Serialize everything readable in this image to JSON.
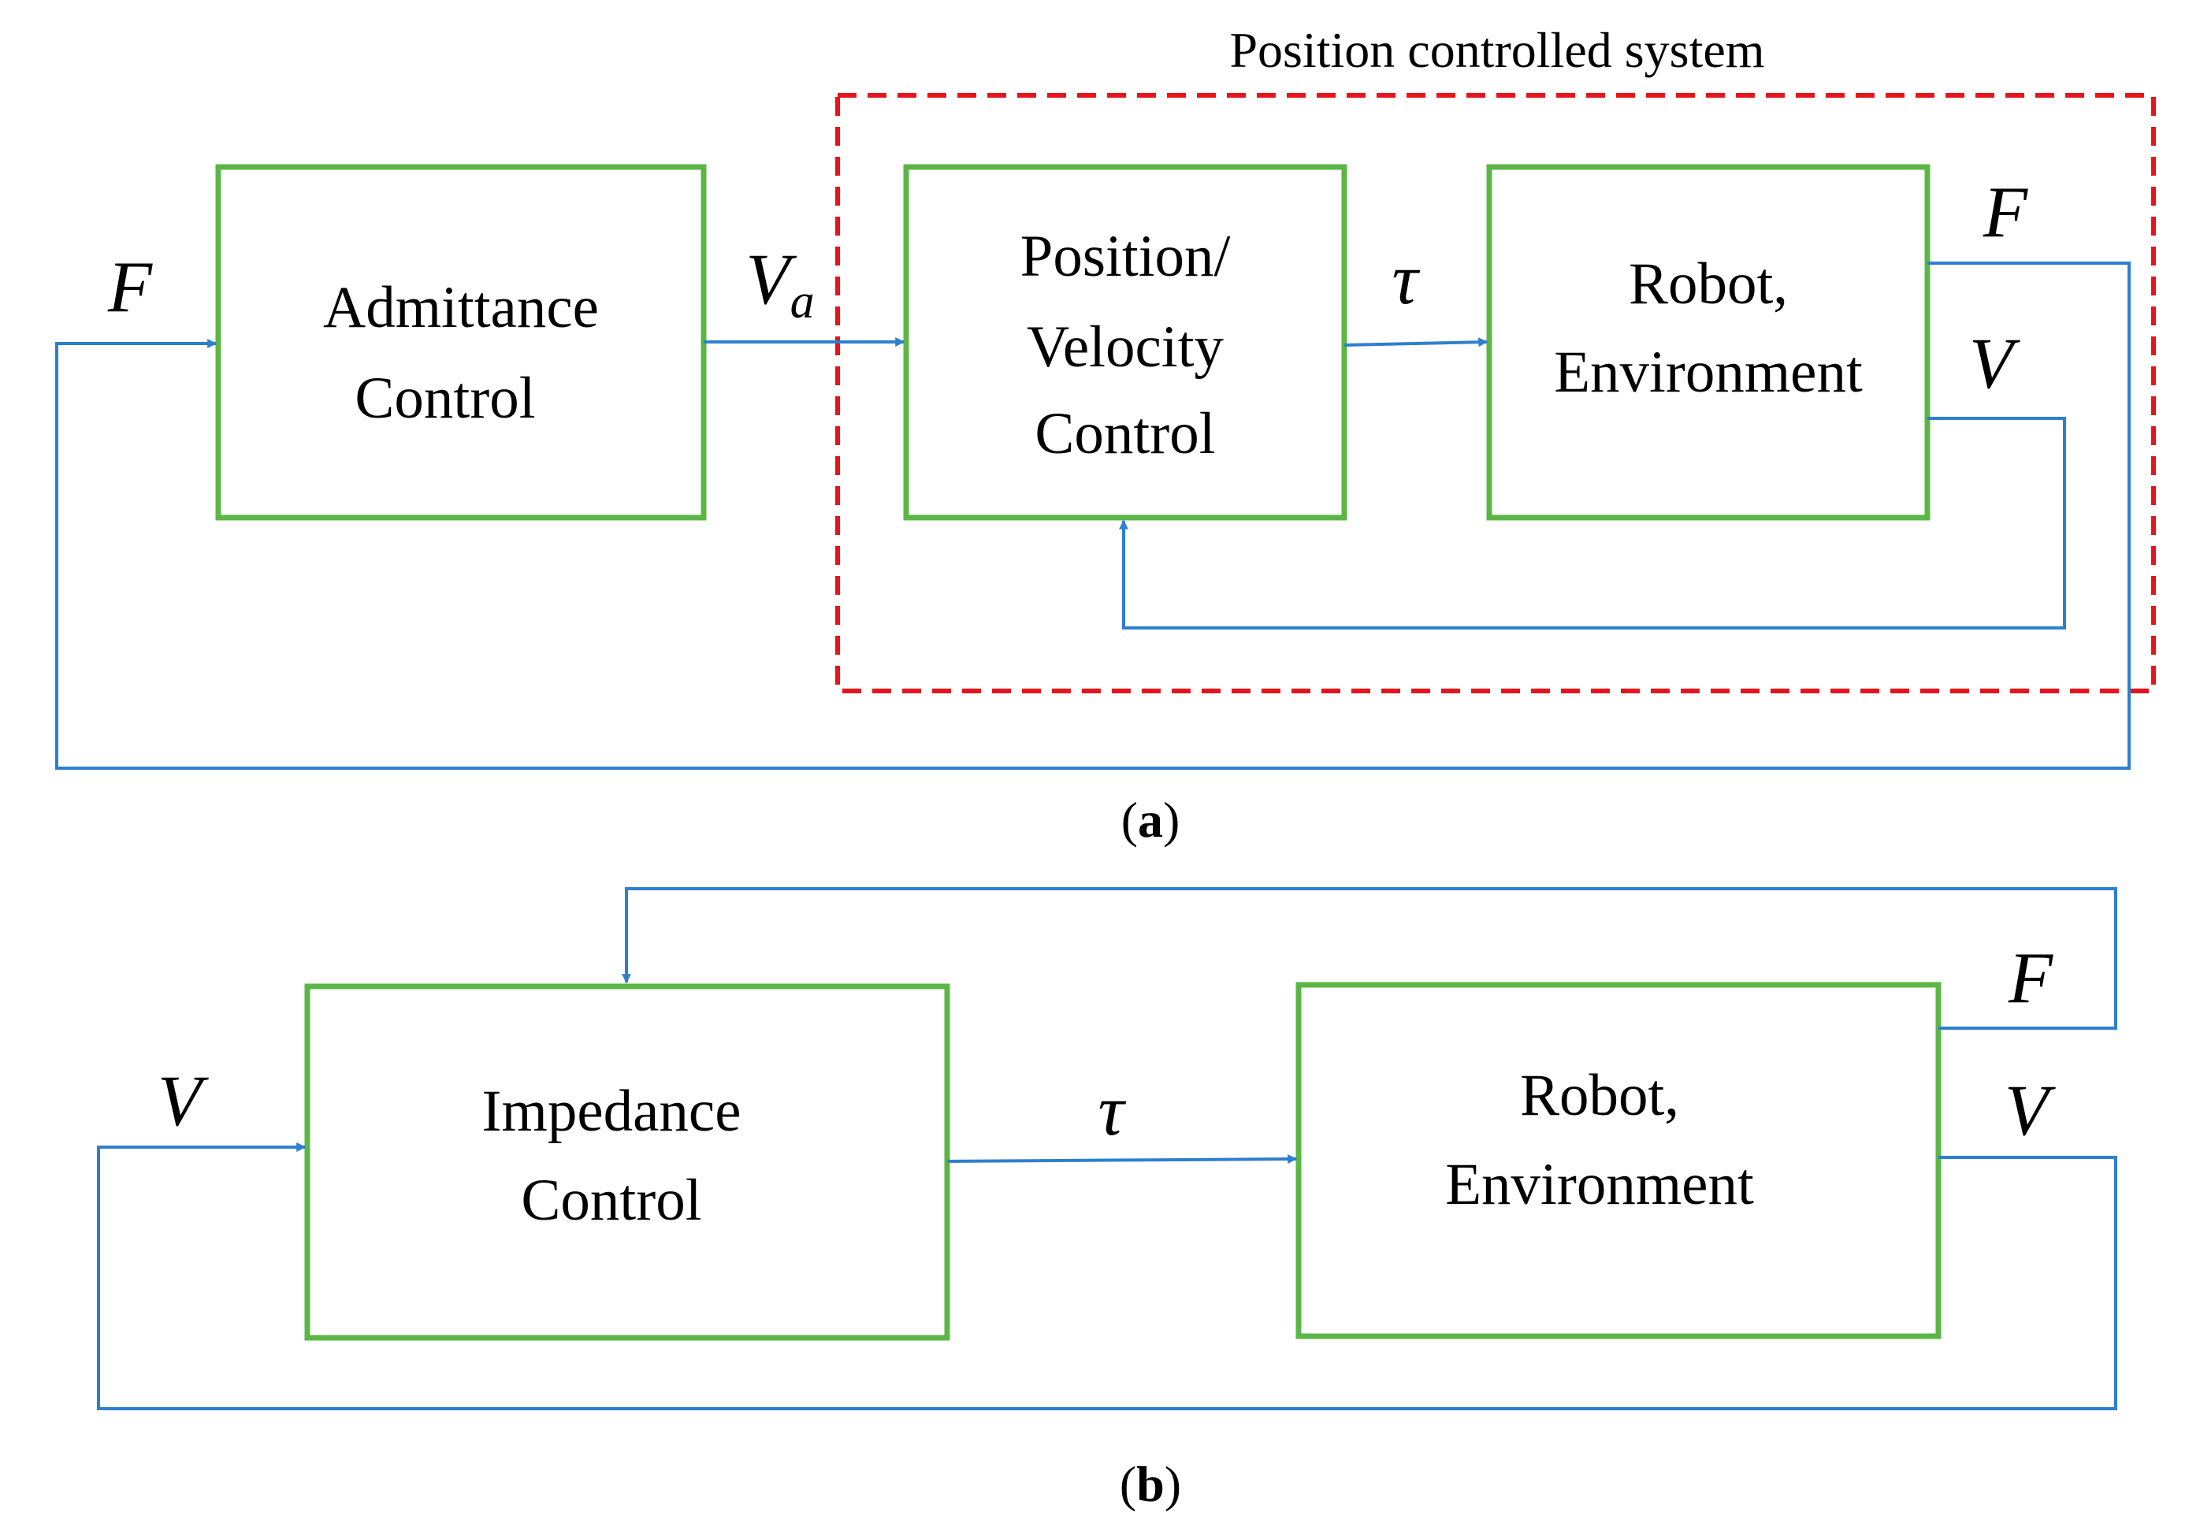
{
  "colors": {
    "block_border": "#5cb646",
    "signal_line": "#2f7fcf",
    "system_boundary": "#e6141b",
    "text": "#000000"
  },
  "diagram_a": {
    "caption_letter": "a",
    "boundary_label": "Position controlled system",
    "blocks": {
      "admittance": [
        "Admittance",
        "Control"
      ],
      "position_velocity": [
        "Position/",
        "Velocity",
        "Control"
      ],
      "robot_env": [
        "Robot,",
        "Environment"
      ]
    },
    "signals": {
      "force_in": "F",
      "va_base": "V",
      "va_sub": "a",
      "tau": "τ",
      "force_out": "F",
      "velocity_out": "V"
    }
  },
  "diagram_b": {
    "caption_letter": "b",
    "blocks": {
      "impedance": [
        "Impedance",
        "Control"
      ],
      "robot_env": [
        "Robot,",
        "Environment"
      ]
    },
    "signals": {
      "velocity_in": "V",
      "tau": "τ",
      "force_out": "F",
      "velocity_out": "V"
    }
  }
}
